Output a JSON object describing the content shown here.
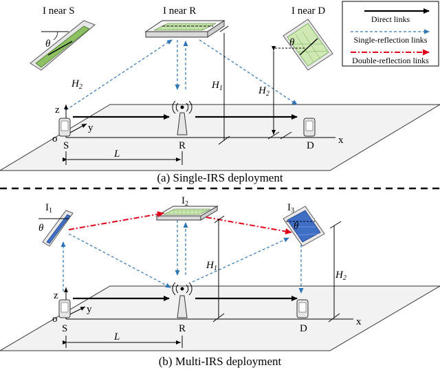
{
  "legend": {
    "direct": "Direct links",
    "single": "Single-reflection links",
    "double": "Double-reflection links"
  },
  "top": {
    "irs_near_s": "I near S",
    "irs_near_r": "I near R",
    "irs_near_d": "I near D",
    "caption": "(a) Single-IRS deployment"
  },
  "bottom": {
    "irs1": "I",
    "irs1_sub": "1",
    "irs2": "I",
    "irs2_sub": "2",
    "irs3": "I",
    "irs3_sub": "3",
    "caption": "(b) Multi-IRS deployment"
  },
  "labels": {
    "S": "S",
    "R": "R",
    "D": "D",
    "origin": "o",
    "axis_x": "x",
    "axis_y": "y",
    "axis_z": "z",
    "L": "L",
    "theta": "θ",
    "H": "H",
    "sub1": "1",
    "sub2": "2"
  },
  "colors": {
    "direct": "#000000",
    "single": "#2e75b6",
    "double": "#e0001a",
    "irs_green": "#7fbf3f",
    "irs_blue": "#3f6fc4"
  }
}
